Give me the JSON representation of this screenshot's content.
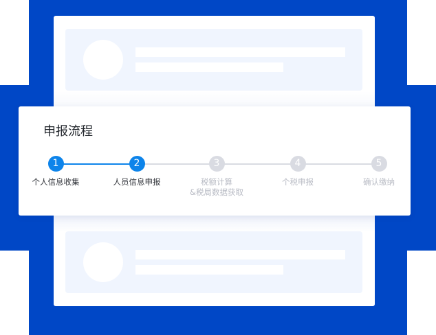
{
  "colors": {
    "brand_blue": "#0047c6",
    "active": "#0d84ea",
    "inactive": "#d9dbe2",
    "active_text": "#33363c",
    "inactive_text": "#b8bbc4",
    "skeleton": "#f0f5fe"
  },
  "process": {
    "title": "申报流程",
    "steps": [
      {
        "num": "1",
        "label": "个人信息收集",
        "label2": "",
        "state": "done"
      },
      {
        "num": "2",
        "label": "人员信息申报",
        "label2": "",
        "state": "current"
      },
      {
        "num": "3",
        "label": "税额计算",
        "label2": "&税局数据获取",
        "state": "pending"
      },
      {
        "num": "4",
        "label": "个税申报",
        "label2": "",
        "state": "pending"
      },
      {
        "num": "5",
        "label": "确认缴纳",
        "label2": "",
        "state": "pending"
      }
    ]
  }
}
